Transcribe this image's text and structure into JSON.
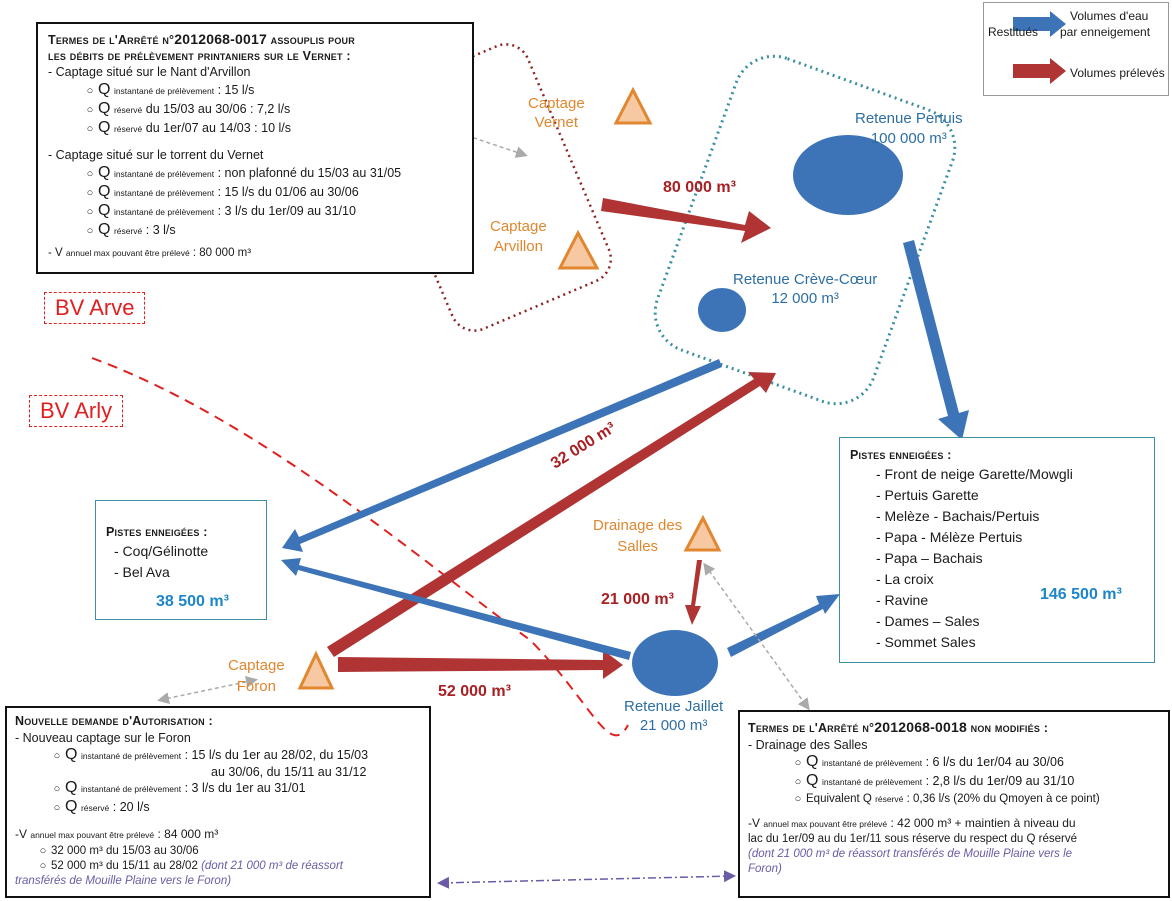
{
  "legend": {
    "restitues_label": "Restitués",
    "restitues_desc_1": "Volumes d'eau",
    "restitues_desc_2": "par enneigement",
    "preleves_label": "Volumes prélevés"
  },
  "top_box": {
    "title_1": "Termes de l'Arrêté n°",
    "title_num": "2012068-0017",
    "title_2": " assouplis pour",
    "title_line2": "les débits de prélèvement printaniers sur le Vernet :",
    "arvillon_header": "- Captage situé sur le Nant d'Arvillon",
    "arvillon_items": [
      {
        "sub": "instantané de prélèvement",
        "text": " : 15 l/s"
      },
      {
        "sub": "réservé",
        "text": " du 15/03 au 30/06 : 7,2 l/s"
      },
      {
        "sub": "réservé",
        "text": " du 1er/07 au 14/03 : 10 l/s"
      }
    ],
    "vernet_header": "- Captage situé sur le torrent du Vernet",
    "vernet_items": [
      {
        "sub": "instantané de prélèvement",
        "text": " : non plafonné du 15/03 au 31/05"
      },
      {
        "sub": "instantané de prélèvement",
        "text": " : 15 l/s du 01/06 au 30/06"
      },
      {
        "sub": "instantané de prélèvement",
        "text": " : 3 l/s du 1er/09 au 31/10"
      },
      {
        "sub": "réservé",
        "text": "  : 3 l/s"
      }
    ],
    "v_sub": "annuel max pouvant être prélevé",
    "v_text": " : 80 000 m³"
  },
  "bv_arve": "BV Arve",
  "bv_arly": "BV Arly",
  "captage_vernet": [
    "Captage",
    "Vernet"
  ],
  "captage_arvillon": [
    "Captage",
    "Arvillon"
  ],
  "retenue_pertuis": {
    "name": "Retenue Pertuis",
    "volume": "100 000 m³"
  },
  "retenue_crevecoeur": {
    "name": "Retenue Crève-Cœur",
    "volume": "12 000 m³"
  },
  "retenue_jaillet": {
    "name": "Retenue Jaillet",
    "volume": "21 000 m³"
  },
  "drainage_salles": [
    "Drainage des",
    "Salles"
  ],
  "captage_foron": [
    "Captage",
    "Foron"
  ],
  "flows": {
    "arvillon_to_pertuis": "80 000 m³",
    "foron_to_crevecoeur": "32 000 m³",
    "drainage_to_jaillet": "21 000 m³",
    "foron_to_jaillet": "52 000 m³"
  },
  "pistes_left": {
    "title": "Pistes enneigées :",
    "items": [
      "- Coq/Gélinotte",
      "- Bel Ava"
    ],
    "volume": "38 500 m³"
  },
  "pistes_right": {
    "title": "Pistes enneigées :",
    "items": [
      "- Front de neige Garette/Mowgli",
      "- Pertuis Garette",
      "- Melèze - Bachais/Pertuis",
      "- Papa - Mélèze Pertuis",
      "- Papa – Bachais",
      "- La croix",
      "- Ravine",
      "- Dames – Sales",
      "- Sommet Sales"
    ],
    "volume": "146 500 m³"
  },
  "bottom_left": {
    "title": "Nouvelle demande d'Autorisation :",
    "header": "- Nouveau captage sur le Foron",
    "q1_sub": "instantané de prélèvement",
    "q1_text": " : 15 l/s du 1er au 28/02, du 15/03",
    "q1_cont": "au 30/06, du 15/11 au 31/12",
    "q2_sub": "instantané de prélèvement",
    "q2_text": " : 3 l/s du 1er au 31/01",
    "q3_sub": "réservé",
    "q3_text": " : 20 l/s",
    "v_sub": "annuel max pouvant être prélevé",
    "v_text": " : 84 000 m³",
    "v_items": [
      "32 000 m³ du 15/03 au 30/06",
      "52 000 m³ du 15/11 au 28/02"
    ],
    "note_1": "(dont 21 000 m³ de réassort",
    "note_2": "transférés de  Mouille Plaine vers le Foron)"
  },
  "bottom_right": {
    "title_1": "Termes de l'Arrêté n°",
    "title_num": "2012068-0018",
    "title_2": " non modifiés :",
    "header": "- Drainage des Salles",
    "q1_sub": "instantané de prélèvement",
    "q1_text": " : 6 l/s du 1er/04 au 30/06",
    "q2_sub": "instantané de prélèvement",
    "q2_text": " : 2,8 l/s du 1er/09 au 31/10",
    "q3_pre": "Equivalent Q",
    "q3_sub": "réservé",
    "q3_text": " : 0,36 l/s (20% du Qmoyen à ce point)",
    "v_sub": "annuel max pouvant être prélevé",
    "v_text": " : 42 000 m³ + maintien à niveau du",
    "v_line2": "lac du 1er/09 au du 1er/11 sous réserve du respect du Q réservé",
    "note_1": "(dont 21 000 m³ de réassort transférés de  Mouille Plaine vers le",
    "note_2": "Foron)"
  }
}
